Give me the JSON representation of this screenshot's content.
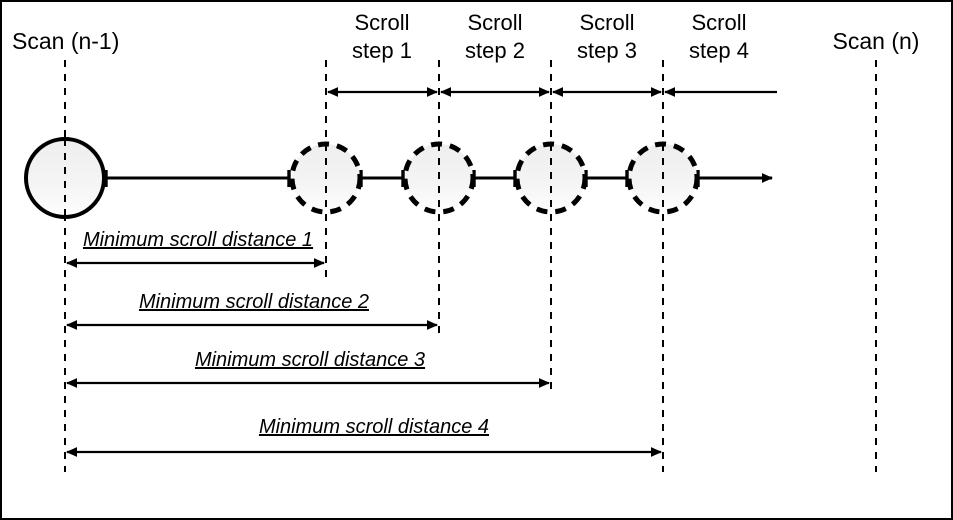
{
  "diagram": {
    "title_left": "Scan (n-1)",
    "title_right": "Scan (n)",
    "step_labels": [
      {
        "line1": "Scroll",
        "line2": "step 1"
      },
      {
        "line1": "Scroll",
        "line2": "step 2"
      },
      {
        "line1": "Scroll",
        "line2": "step 3"
      },
      {
        "line1": "Scroll",
        "line2": "step 4"
      }
    ],
    "distance_labels": [
      "Minimum scroll distance 1",
      "Minimum scroll distance 2",
      "Minimum scroll distance 3",
      "Minimum scroll distance 4"
    ],
    "colors": {
      "stroke": "#000000",
      "background": "#ffffff",
      "node_fill_top": "#f2f2f2",
      "node_fill_bottom": "#ffffff",
      "border": "#000000"
    },
    "nodes": {
      "start_node_style": "solid",
      "step_node_style": "dashed",
      "count_dashed": 4
    }
  }
}
